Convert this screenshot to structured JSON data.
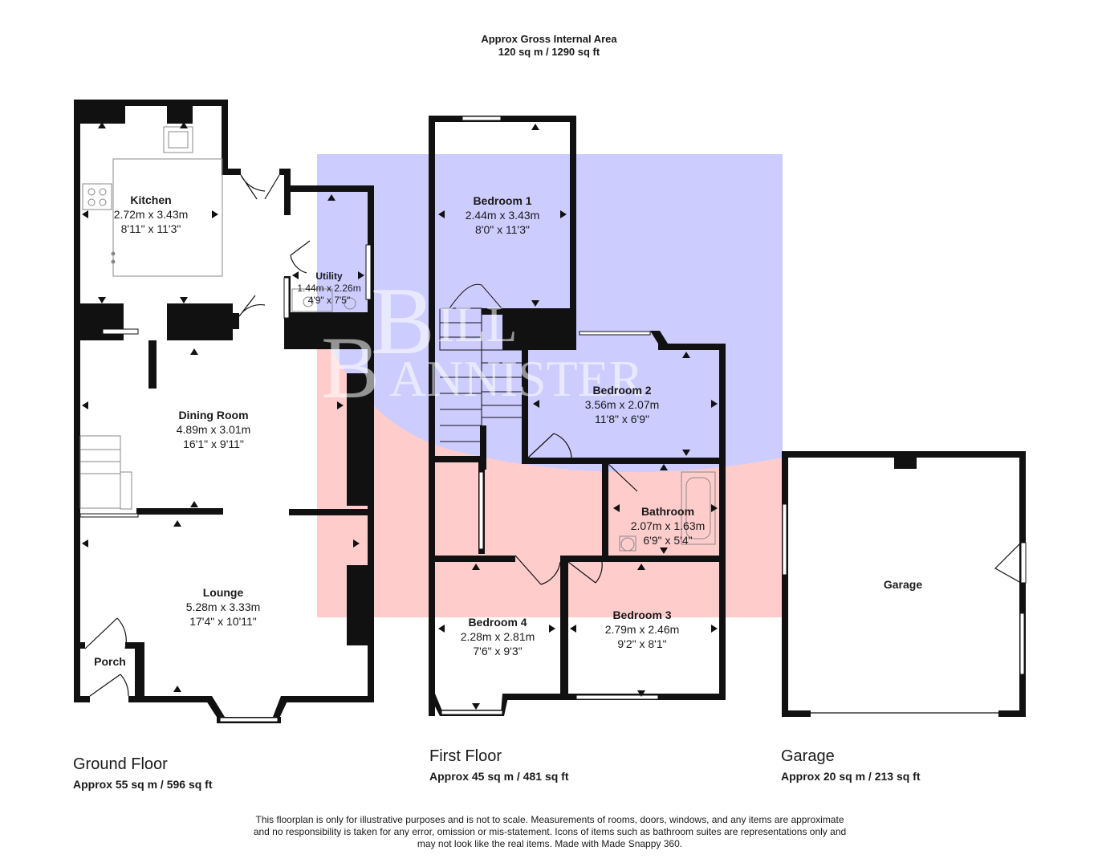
{
  "header": {
    "title": "Approx Gross Internal Area",
    "area": "120 sq m / 1290 sq ft"
  },
  "watermark": {
    "initial_b1": "B",
    "rest1": "ILL",
    "initial_b2": "B",
    "rest2": "ANNISTER",
    "colors": {
      "blue": "#ccccff",
      "pink": "#ffcccc",
      "white": "#ffffff"
    }
  },
  "rooms": {
    "kitchen": {
      "name": "Kitchen",
      "metric": "2.72m x 3.43m",
      "imperial": "8'11\" x 11'3\""
    },
    "utility": {
      "name": "Utility",
      "metric": "1.44m x 2.26m",
      "imperial": "4'9\" x 7'5\""
    },
    "dining": {
      "name": "Dining Room",
      "metric": "4.89m x 3.01m",
      "imperial": "16'1\" x 9'11\""
    },
    "lounge": {
      "name": "Lounge",
      "metric": "5.28m x 3.33m",
      "imperial": "17'4\" x 10'11\""
    },
    "porch": {
      "name": "Porch"
    },
    "bedroom1": {
      "name": "Bedroom 1",
      "metric": "2.44m x 3.43m",
      "imperial": "8'0\" x 11'3\""
    },
    "bedroom2": {
      "name": "Bedroom 2",
      "metric": "3.56m x 2.07m",
      "imperial": "11'8\" x 6'9\""
    },
    "bathroom": {
      "name": "Bathroom",
      "metric": "2.07m x 1.63m",
      "imperial": "6'9\" x 5'4\""
    },
    "bedroom3": {
      "name": "Bedroom 3",
      "metric": "2.79m x 2.46m",
      "imperial": "9'2\" x 8'1\""
    },
    "bedroom4": {
      "name": "Bedroom 4",
      "metric": "2.28m x 2.81m",
      "imperial": "7'6\" x 9'3\""
    },
    "garage": {
      "name": "Garage"
    }
  },
  "floors": {
    "ground": {
      "title": "Ground Floor",
      "area": "Approx 55 sq m / 596 sq ft"
    },
    "first": {
      "title": "First Floor",
      "area": "Approx 45 sq m / 481 sq ft"
    },
    "garage": {
      "title": "Garage",
      "area": "Approx 20 sq m / 213 sq ft"
    }
  },
  "disclaimer": [
    "This floorplan is only for illustrative purposes and is not to scale. Measurements of rooms, doors, windows, and any items are approximate",
    "and no responsibility is taken for any error, omission or mis-statement. Icons of items such as bathroom suites are representations only and",
    "may not look like the real items. Made with Made Snappy 360."
  ],
  "colors": {
    "wall": "#111111",
    "window": "#ffffff"
  }
}
